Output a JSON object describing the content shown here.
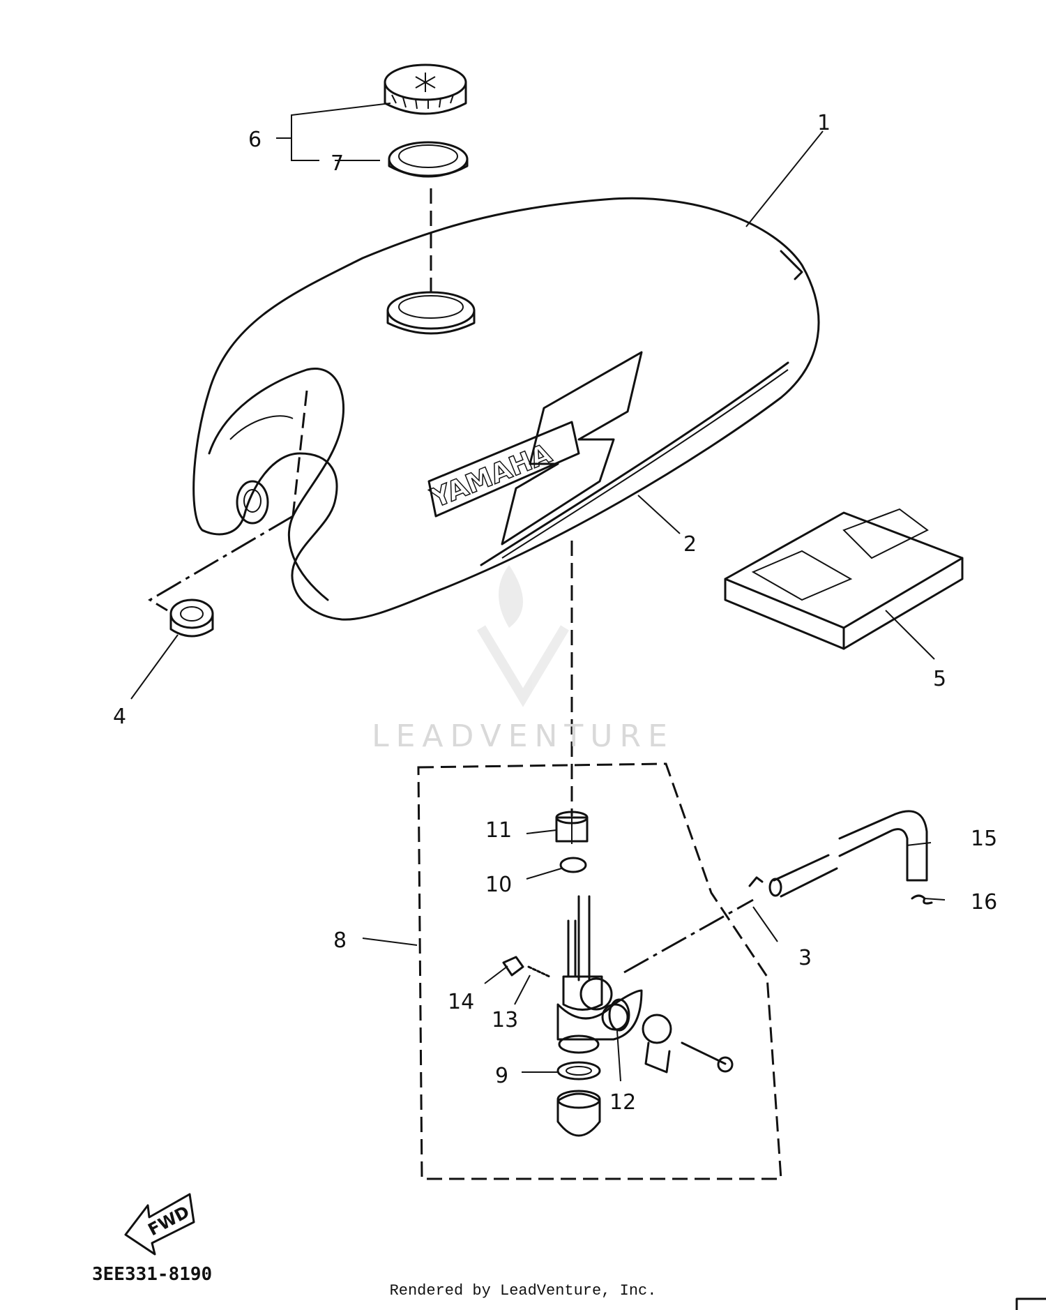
{
  "diagram": {
    "callouts": [
      "1",
      "2",
      "3",
      "4",
      "5",
      "6",
      "7",
      "8",
      "9",
      "10",
      "11",
      "12",
      "13",
      "14",
      "15",
      "16"
    ],
    "tank_logo": "YAMAHA",
    "fwd_label": "FWD",
    "drawing_code": "3EE331-8190",
    "watermark": "LEADVENTURE",
    "footer": "Rendered by LeadVenture, Inc."
  }
}
